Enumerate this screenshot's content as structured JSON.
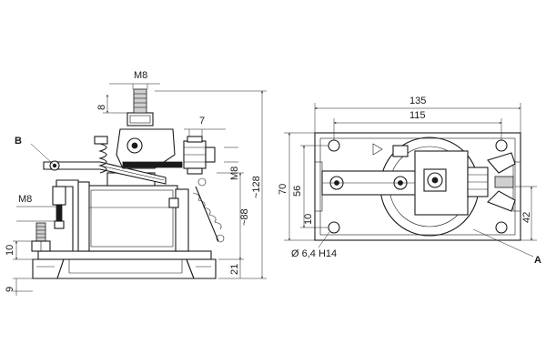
{
  "side_view": {
    "dims": {
      "m8_top": "M8",
      "d8": "8",
      "d7": "7",
      "m8_right": "M8",
      "d128": "~128",
      "d88": "~88",
      "d21": "21",
      "m8_left": "M8",
      "d10": "10",
      "d9": "9"
    },
    "callout_b": "B"
  },
  "top_view": {
    "dims": {
      "d135": "135",
      "d115": "115",
      "d70": "70",
      "d56": "56",
      "d10": "10",
      "d42": "42",
      "hole": "Ø 6,4 H14"
    },
    "callout_a": "A"
  }
}
